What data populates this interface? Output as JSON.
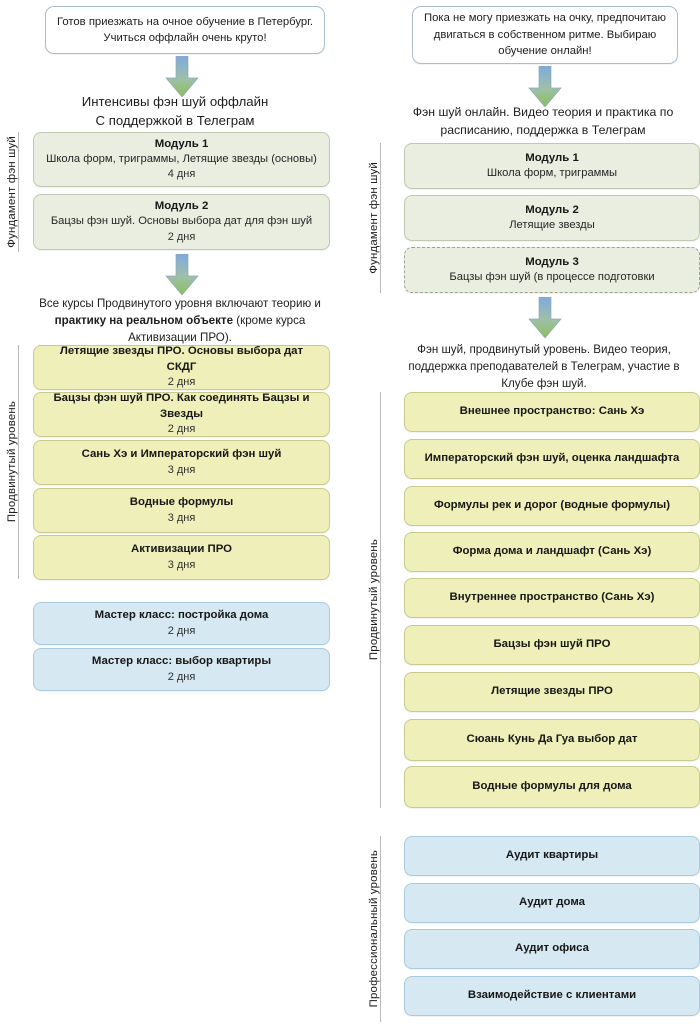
{
  "diagram": {
    "title": "Фэн шуй обучение: офлайн и онлайн маршруты",
    "colors": {
      "foundation_fill": "#e9eee1",
      "foundation_border": "#bfc8b2",
      "advanced_fill": "#eff0b9",
      "advanced_border": "#c9ca8d",
      "master_fill": "#d6e8f2",
      "master_border": "#a9cbdf",
      "bubble_border": "#a9becd",
      "arrow_top": "#7fa9dc",
      "arrow_bottom": "#8cbf5a",
      "bracket_line": "#b9b9b9",
      "background": "#ffffff"
    }
  },
  "left_column": {
    "intro_bubble": "Готов приезжать на очное обучение в Петербург. Учиться оффлайн очень круто!",
    "heading": "Интенсивы фэн шуй оффлайн\nС поддержкой в Телеграм",
    "foundation_group_label": "Фундамент фэн шуй",
    "foundation_boxes": [
      {
        "title": "Модуль 1",
        "subtitle": "Школа форм, триграммы, Летящие звезды (основы)",
        "duration": "4 дня"
      },
      {
        "title": "Модуль 2",
        "subtitle": "Бацзы фэн шуй. Основы выбора дат для фэн шуй",
        "duration": "2 дня"
      }
    ],
    "advanced_note_part1": "Все курсы Продвинутого уровня включают теорию и ",
    "advanced_note_bold": "практику на реальном объекте",
    "advanced_note_part2": " (кроме курса Активизации ПРО).",
    "advanced_group_label": "Продвинутый уровень",
    "advanced_boxes": [
      {
        "title": "Летящие звезды ПРО. Основы выбора дат СКДГ",
        "duration": "2 дня"
      },
      {
        "title": "Бацзы фэн шуй ПРО. Как соединять Бацзы и Звезды",
        "duration": "2 дня"
      },
      {
        "title": "Сань Хэ и Императорский фэн шуй",
        "duration": "3 дня"
      },
      {
        "title": "Водные формулы",
        "duration": "3 дня"
      },
      {
        "title": "Активизации ПРО",
        "duration": "3 дня"
      }
    ],
    "masterclass_boxes": [
      {
        "title": "Мастер класс: постройка дома",
        "duration": "2 дня"
      },
      {
        "title": "Мастер класс: выбор квартиры",
        "duration": "2 дня"
      }
    ]
  },
  "right_column": {
    "intro_bubble": "Пока не могу приезжать на очку, предпочитаю двигаться в собственном ритме. Выбираю обучение онлайн!",
    "heading": "Фэн шуй онлайн. Видео теория и практика по расписанию, поддержка в Телеграм",
    "foundation_group_label": "Фундамент фэн шуй",
    "foundation_boxes": [
      {
        "title": "Модуль 1",
        "subtitle": "Школа форм, триграммы",
        "dashed": false
      },
      {
        "title": "Модуль 2",
        "subtitle": "Летящие звезды",
        "dashed": false
      },
      {
        "title": "Модуль 3",
        "subtitle": "Бацзы фэн шуй (в процессе подготовки",
        "dashed": true
      }
    ],
    "advanced_note": "Фэн шуй, продвинутый уровень. Видео теория, поддержка преподавателей в Телеграм, участие в Клубе фэн шуй.",
    "advanced_group_label": "Продвинутый уровень",
    "advanced_boxes": [
      {
        "title": "Внешнее пространство: Сань Хэ"
      },
      {
        "title": "Императорский фэн шуй, оценка ландшафта"
      },
      {
        "title": "Формулы рек и дорог (водные формулы)"
      },
      {
        "title": "Форма дома и ландшафт (Сань Хэ)"
      },
      {
        "title": "Внутреннее пространство (Сань Хэ)"
      },
      {
        "title": "Бацзы фэн шуй ПРО"
      },
      {
        "title": "Летящие звезды ПРО"
      },
      {
        "title": "Сюань Кунь Да Гуа выбор дат"
      },
      {
        "title": "Водные формулы для дома"
      }
    ],
    "professional_group_label": "Профессиональный уровень",
    "professional_boxes": [
      {
        "title": "Аудит квартиры"
      },
      {
        "title": "Аудит дома"
      },
      {
        "title": "Аудит офиса"
      },
      {
        "title": "Взаимодействие с клиентами"
      }
    ]
  }
}
